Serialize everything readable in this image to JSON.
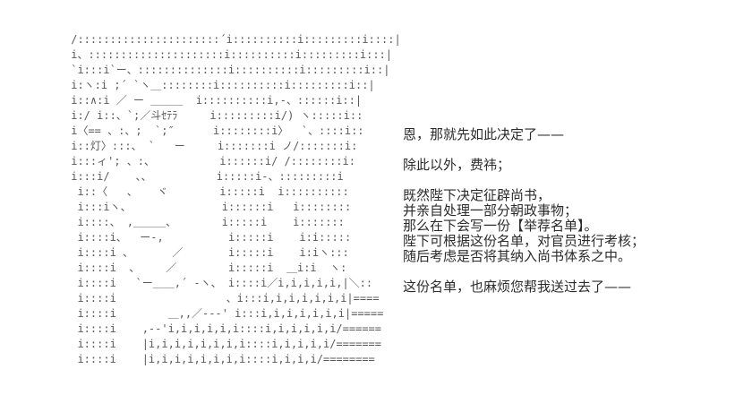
{
  "page": {
    "background_color": "#ffffff",
    "ascii_color": "#5a5a5a",
    "text_color": "#2b2b2b"
  },
  "ascii_art": {
    "description": "2ch-style ascii-art portrait, monochrome, left side of page",
    "lines": [
      " /::::::::::::::::::::::´i::::::::::i:::::::::i::::|",
      " i、:::::::::::::::::::::i::::::::::i:::::::::i:::|",
      " `i:::i`ー、::::::::::::::i::::::::::i:::::::::i::|",
      " i:ヽ:i ;´ `ヽ＿::::::::i::::::::::i:::::::::i::|",
      " i::∧:i ／ ー ＿＿＿  i::::::::::i,-、::::::i::|",
      " i:/ i::、`;／斗ｾﾃﾗ     i:::::::::i/) ヽ:::::i::",
      " i〈== 、:、;  `;″      i::::::::i〉  `、::::i::",
      " i::灯〉:::、 `   ー     i:::::::i ノ/:::::::i:",
      " i:::ィ'; 、:、          i::::::i/ /::::::::i:",
      " i:::i/    、、          i:::::i-、:::::::::i",
      "  i::〈   、   ヾ        i:::::i  i::::::::::",
      "  i:::iヽ、              i::::::i   i::::::::",
      "  i::::、 ,＿＿＿、       i:::::i    i:::::::",
      "  i::::i、  ー-,          i:::::i    i:i:::::",
      "  i::::i 、      ／       i:::::i    i:iヽ:::",
      "  i::::i  、    ／        i:::::i  ＿i:i  ヽ:",
      "  i::::i   `ー＿＿,´ -ヽ、 i::::i／i,i,i,i,i,|＼::",
      "  i::::i                 、i:::i,i,i,i,i,i,i|====",
      "  i::::i        ＿,,／--‐' i:::i,i,i,i,i,i,i|=====",
      "  i::::i    ,-‐'i,i,i,i,i,i::::i,i,i,i,i,i/======",
      "  i::::i    |i,i,i,i,i,i,i,i::::i,i,i,i,i/=======",
      "  i::::i    |i,i,i,i,i,i,i,i::::i,i,i,i/========"
    ]
  },
  "dialogue": {
    "lines": [
      "恩，那就先如此决定了——",
      "",
      "除此以外，费祎；",
      "",
      "既然陛下决定征辟尚书，",
      "并亲自处理一部分朝政事物；",
      "那么在下会写一份【举荐名单】。",
      "陛下可根据这份名单，对官员进行考核；",
      "随后考虑是否将其纳入尚书体系之中。",
      "",
      "这份名单，也麻烦您帮我送过去了——"
    ]
  }
}
